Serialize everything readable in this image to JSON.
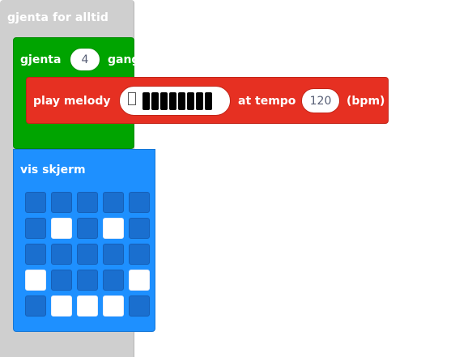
{
  "forever": {
    "label": "gjenta for alltid"
  },
  "repeat": {
    "label": "gjenta",
    "count": "4",
    "unit": "ganger"
  },
  "melody": {
    "label": "play melody",
    "note_icon": "square-outline-icon",
    "bars_count": 8,
    "tempo_label": "at tempo",
    "tempo_value": "120",
    "tempo_unit": "(bpm)"
  },
  "show": {
    "label": "vis skjerm",
    "leds": [
      [
        0,
        0,
        0,
        0,
        0
      ],
      [
        0,
        1,
        0,
        1,
        0
      ],
      [
        0,
        0,
        0,
        0,
        0
      ],
      [
        1,
        0,
        0,
        0,
        1
      ],
      [
        0,
        1,
        1,
        1,
        0
      ]
    ]
  },
  "colors": {
    "forever_bg": "#cfcfcf",
    "repeat_bg": "#00a400",
    "melody_bg": "#e63022",
    "show_bg": "#1e90ff",
    "led_on": "#ffffff",
    "led_off": "#1a6fcf"
  }
}
